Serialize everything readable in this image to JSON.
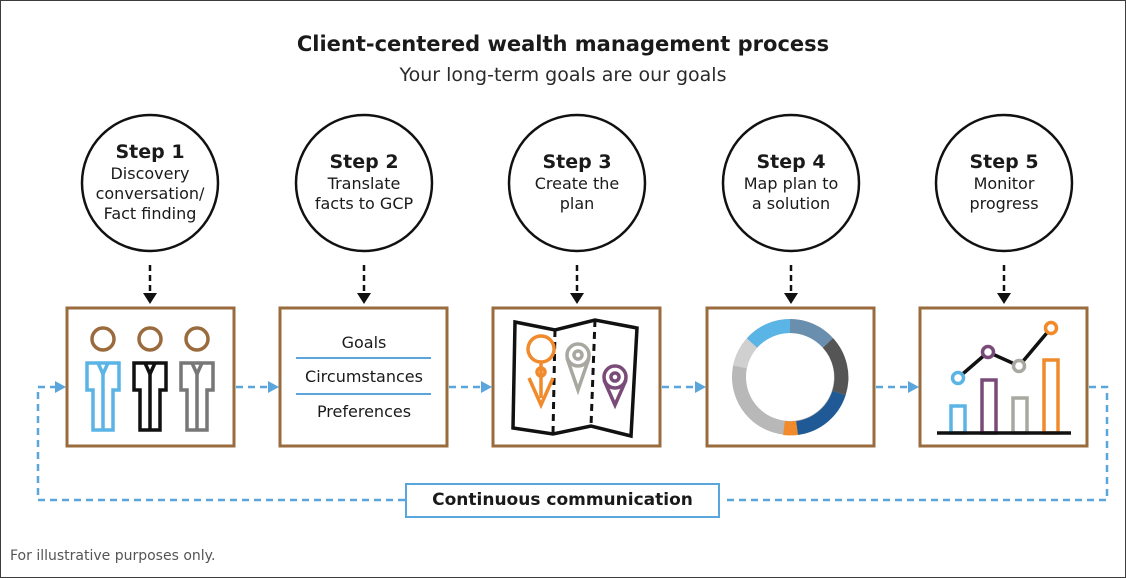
{
  "title": "Client-centered wealth management process",
  "subtitle": "Your long-term goals are our goals",
  "steps": [
    {
      "title": "Step 1",
      "lines": [
        "Discovery",
        "conversation/",
        "Fact finding"
      ],
      "icon": "people-icon"
    },
    {
      "title": "Step 2",
      "lines": [
        "Translate",
        "facts to GCP"
      ],
      "icon": "gcp-list-icon"
    },
    {
      "title": "Step 3",
      "lines": [
        "Create the",
        "plan"
      ],
      "icon": "map-icon"
    },
    {
      "title": "Step 4",
      "lines": [
        "Map plan to",
        "a solution"
      ],
      "icon": "donut-chart-icon"
    },
    {
      "title": "Step 5",
      "lines": [
        "Monitor",
        "progress"
      ],
      "icon": "growth-chart-icon"
    }
  ],
  "gcp_items": [
    "Goals",
    "Circumstances",
    "Preferences"
  ],
  "loop_label": "Continuous communication",
  "footnote": "For illustrative purposes only.",
  "colors": {
    "box_border": "#9a6b3c",
    "flow_arrow": "#5aa6dc",
    "orange": "#f08a2a",
    "purple": "#7a4a78",
    "gray": "#a8a8a0",
    "blue": "#5ab4e6",
    "navy": "#1f4e8c"
  }
}
